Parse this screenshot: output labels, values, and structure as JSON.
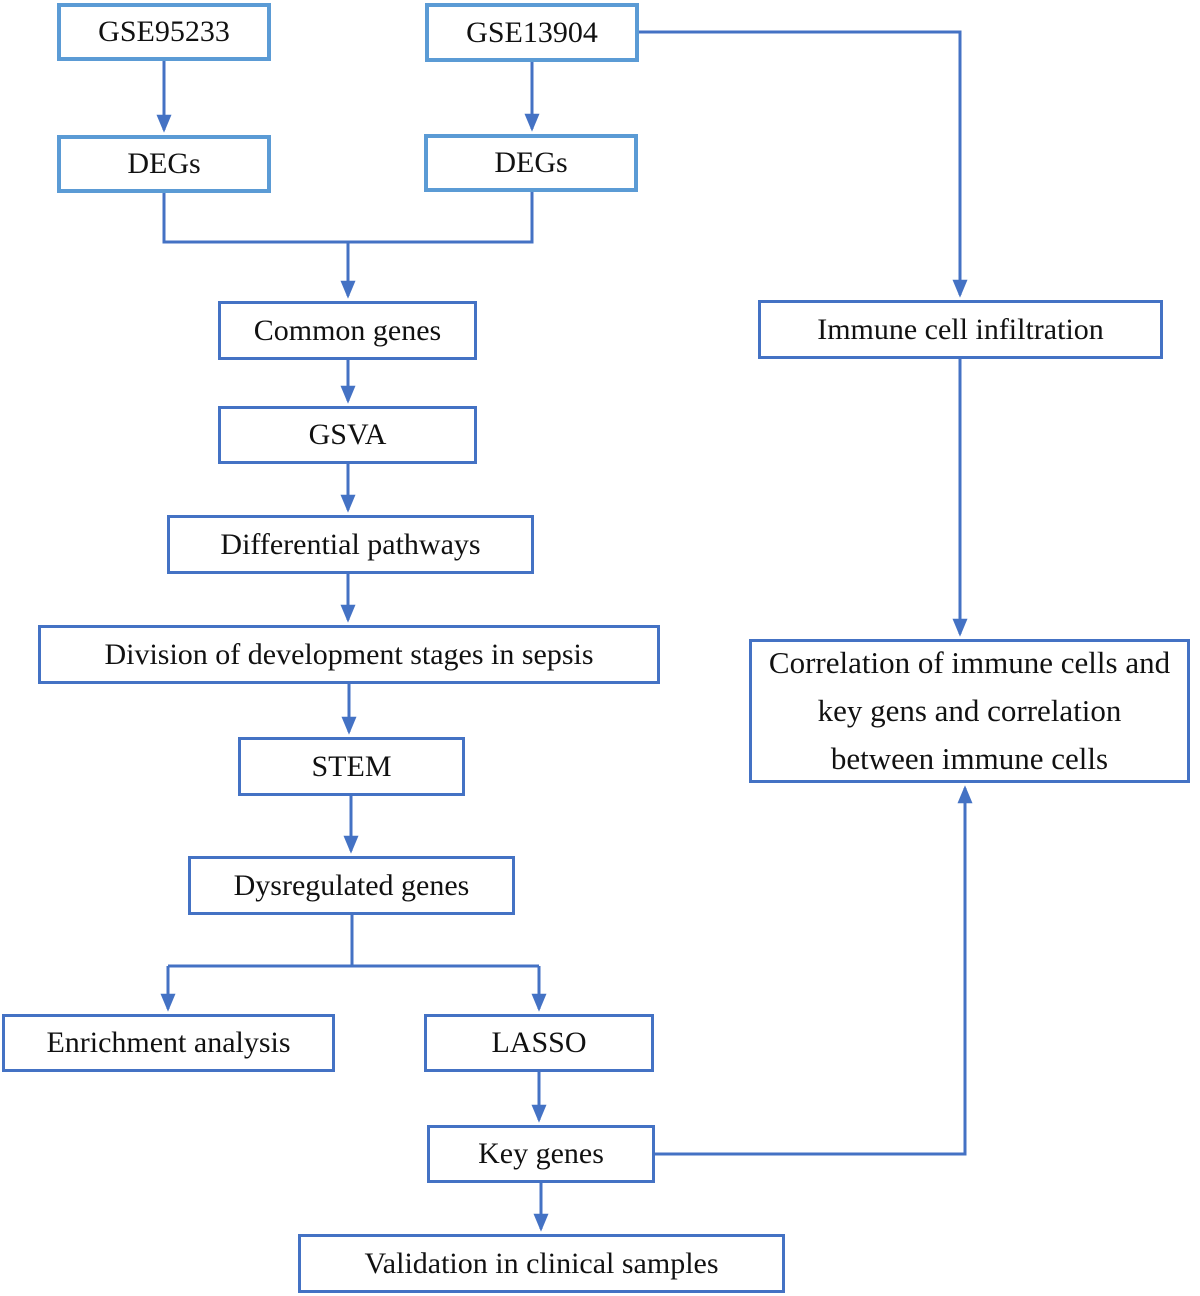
{
  "diagram": {
    "type": "flowchart",
    "nodes": [
      {
        "id": "gse95233",
        "label": "GSE95233"
      },
      {
        "id": "gse13904",
        "label": "GSE13904"
      },
      {
        "id": "degs_left",
        "label": "DEGs"
      },
      {
        "id": "degs_right",
        "label": "DEGs"
      },
      {
        "id": "common_genes",
        "label": "Common genes"
      },
      {
        "id": "gsva",
        "label": "GSVA"
      },
      {
        "id": "diff_pathways",
        "label": "Differential pathways"
      },
      {
        "id": "division",
        "label": "Division of development stages in sepsis"
      },
      {
        "id": "stem",
        "label": "STEM"
      },
      {
        "id": "dysregulated",
        "label": "Dysregulated genes"
      },
      {
        "id": "enrichment",
        "label": "Enrichment analysis"
      },
      {
        "id": "lasso",
        "label": "LASSO"
      },
      {
        "id": "key_genes",
        "label": "Key genes"
      },
      {
        "id": "validation",
        "label": "Validation in clinical samples"
      },
      {
        "id": "immune",
        "label": "Immune cell infiltration"
      },
      {
        "id": "correlation",
        "label": "Correlation of immune cells and key gens and correlation between immune cells"
      }
    ],
    "edges": [
      {
        "from": "gse95233",
        "to": "degs_left"
      },
      {
        "from": "gse13904",
        "to": "degs_right"
      },
      {
        "from": "degs_left",
        "to": "common_genes"
      },
      {
        "from": "degs_right",
        "to": "common_genes"
      },
      {
        "from": "common_genes",
        "to": "gsva"
      },
      {
        "from": "gsva",
        "to": "diff_pathways"
      },
      {
        "from": "diff_pathways",
        "to": "division"
      },
      {
        "from": "division",
        "to": "stem"
      },
      {
        "from": "stem",
        "to": "dysregulated"
      },
      {
        "from": "dysregulated",
        "to": "enrichment"
      },
      {
        "from": "dysregulated",
        "to": "lasso"
      },
      {
        "from": "lasso",
        "to": "key_genes"
      },
      {
        "from": "key_genes",
        "to": "validation"
      },
      {
        "from": "gse13904",
        "to": "immune"
      },
      {
        "from": "immune",
        "to": "correlation"
      },
      {
        "from": "key_genes",
        "to": "correlation"
      }
    ]
  },
  "colors": {
    "light_box_border": "#5B9BD5",
    "dark_box_border": "#4472C4",
    "connector": "#4472C4",
    "text": "#111111",
    "background": "#ffffff"
  }
}
